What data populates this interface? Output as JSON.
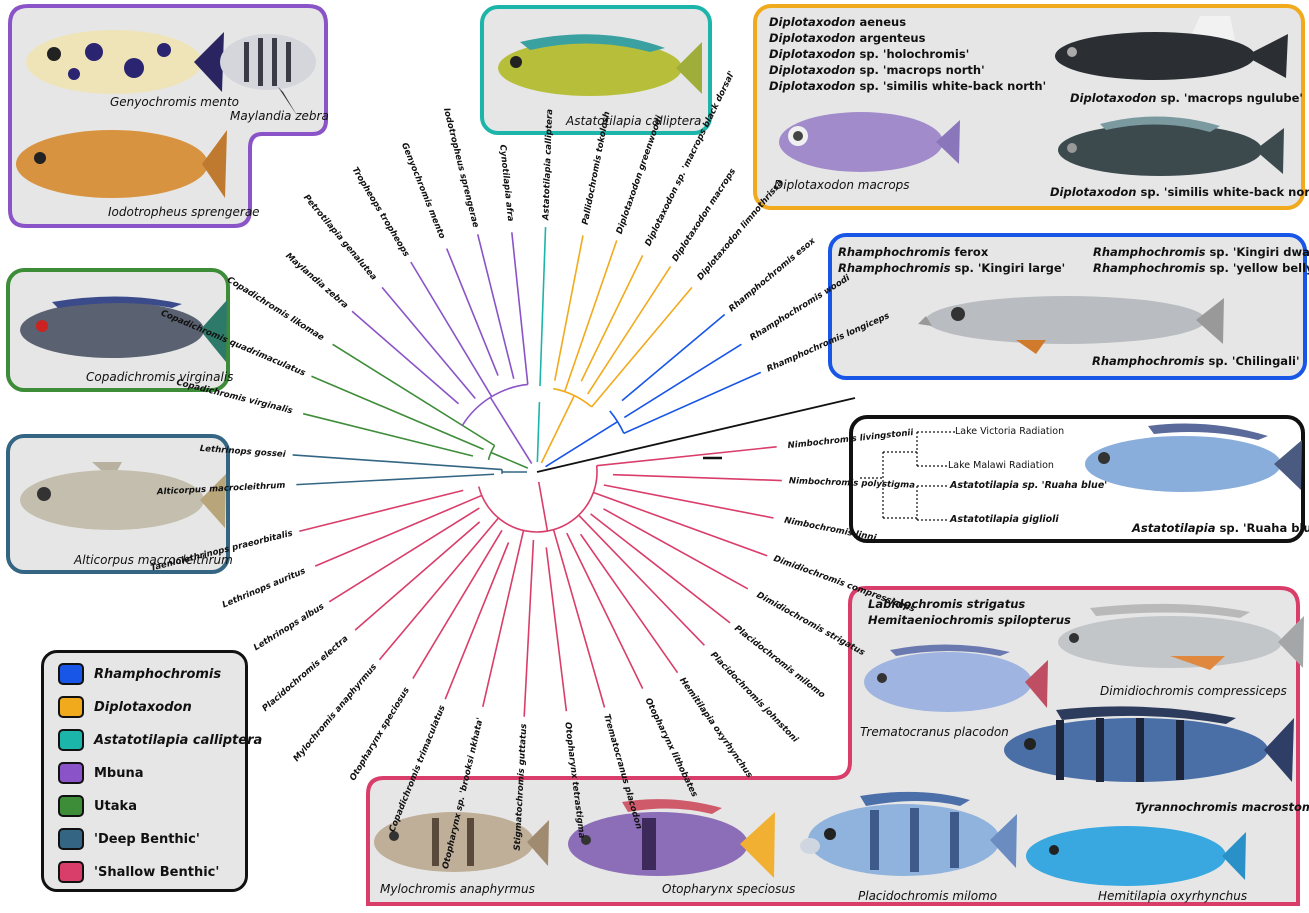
{
  "colors": {
    "rhampho": "#1756e6",
    "diplo": "#f2aa1d",
    "astato": "#1bb5aa",
    "mbuna": "#8a53c7",
    "utaka": "#3d8c38",
    "deep": "#346684",
    "shallow": "#d93d6a",
    "outgroup": "#111111"
  },
  "panels": {
    "mbuna": {
      "captions": [
        "Genyochromis mento",
        "Maylandia zebra",
        "Iodotropheus sprengerae"
      ]
    },
    "astatotilapia": {
      "caption": "Astatotilapia calliptera"
    },
    "diplotaxodon": {
      "species_list": [
        {
          "genus": "Diplotaxodon",
          "rest": "aeneus"
        },
        {
          "genus": "Diplotaxodon",
          "rest": "argenteus"
        },
        {
          "genus": "Diplotaxodon",
          "rest": "sp. 'holochromis'"
        },
        {
          "genus": "Diplotaxodon",
          "rest": "sp. 'macrops north'"
        },
        {
          "genus": "Diplotaxodon",
          "rest": "sp. 'similis white-back north'"
        }
      ],
      "cap_ngulube": {
        "genus": "Diplotaxodon",
        "rest": "sp. 'macrops ngulube'"
      },
      "cap_macrops": "Diplotaxodon macrops",
      "cap_similis": {
        "genus": "Diplotaxodon",
        "rest": "sp. 'similis white-back north'"
      }
    },
    "rhamphochromis": {
      "list_left": [
        {
          "genus": "Rhamphochromis",
          "rest": "ferox"
        },
        {
          "genus": "Rhamphochromis",
          "rest": "sp. 'Kingiri large'"
        }
      ],
      "list_right": [
        {
          "genus": "Rhamphochromis",
          "rest": "sp. 'Kingiri dwarf'"
        },
        {
          "genus": "Rhamphochromis",
          "rest": "sp. 'yellow belly'"
        }
      ],
      "caption": {
        "genus": "Rhamphochromis",
        "rest": "sp. 'Chilingali'"
      }
    },
    "utaka": {
      "caption": "Copadichromis virginalis"
    },
    "deep_benthic": {
      "caption": "Alticorpus macrocleithrum"
    },
    "outgroup": {
      "tree_labels": [
        "Lake Victoria Radiation",
        "Lake Malawi Radiation"
      ],
      "species_labels": [
        "Astatotilapia sp. 'Ruaha blue'",
        "Astatotilapia giglioli"
      ],
      "caption": {
        "genus": "Astatotilapia",
        "rest": "sp. 'Ruaha blue'"
      }
    },
    "shallow_top": {
      "list": [
        "Labidochromis strigatus",
        "Hemitaeniochromis spilopterus"
      ],
      "cap_tremato": "Trematocranus placodon",
      "cap_dimidio": "Dimidiochromis compressiceps",
      "cap_tyranno": "Tyrannochromis  macrostoma"
    },
    "shallow_bottom": {
      "captions": [
        "Mylochromis anaphyrmus",
        "Otopharynx speciosus",
        "Placidochromis milomo",
        "Hemitilapia oxyrhynchus"
      ]
    }
  },
  "legend": [
    {
      "label": "Rhamphochromis",
      "color": "#1756e6",
      "italic": true
    },
    {
      "label": "Diplotaxodon",
      "color": "#f2aa1d",
      "italic": true
    },
    {
      "label": "Astatotilapia calliptera",
      "color": "#1bb5aa",
      "italic": true
    },
    {
      "label": "Mbuna",
      "color": "#8a53c7",
      "italic": false
    },
    {
      "label": "Utaka",
      "color": "#3d8c38",
      "italic": false
    },
    {
      "label": "'Deep Benthic'",
      "color": "#346684",
      "italic": false
    },
    {
      "label": "'Shallow Benthic'",
      "color": "#d93d6a",
      "italic": false
    }
  ],
  "tree_taxa": [
    {
      "name": "Rhamphochromis longiceps",
      "group": "rhampho"
    },
    {
      "name": "Rhamphochromis woodi",
      "group": "rhampho"
    },
    {
      "name": "Rhamphochromis esox",
      "group": "rhampho"
    },
    {
      "name": "Diplotaxodon limnothrissa",
      "group": "diplo"
    },
    {
      "name": "Diplotaxodon macrops",
      "group": "diplo"
    },
    {
      "name": "Diplotaxodon sp. 'macrops black dorsal'",
      "group": "diplo"
    },
    {
      "name": "Diplotaxodon greenwoodi",
      "group": "diplo"
    },
    {
      "name": "Pallidochromis tokolosh",
      "group": "diplo"
    },
    {
      "name": "Astatotilapia calliptera",
      "group": "astato"
    },
    {
      "name": "Cynotilapia afra",
      "group": "mbuna"
    },
    {
      "name": "Iodotropheus sprengerae",
      "group": "mbuna"
    },
    {
      "name": "Genyochromis mento",
      "group": "mbuna"
    },
    {
      "name": "Tropheops tropheops",
      "group": "mbuna"
    },
    {
      "name": "Petrotilapia genalutea",
      "group": "mbuna"
    },
    {
      "name": "Maylandia zebra",
      "group": "mbuna"
    },
    {
      "name": "Copadichromis likomae",
      "group": "utaka"
    },
    {
      "name": "Copadichromis quadrimaculatus",
      "group": "utaka"
    },
    {
      "name": "Copadichromis virginalis",
      "group": "utaka"
    },
    {
      "name": "Lethrinops gossei",
      "group": "deep"
    },
    {
      "name": "Alticorpus macrocleithrum",
      "group": "deep"
    },
    {
      "name": "Taeniolethrinops praeorbitalis",
      "group": "shallow"
    },
    {
      "name": "Lethrinops auritus",
      "group": "shallow"
    },
    {
      "name": "Lethrinops albus",
      "group": "shallow"
    },
    {
      "name": "Placidochromis electra",
      "group": "shallow"
    },
    {
      "name": "Mylochromis anaphyrmus",
      "group": "shallow"
    },
    {
      "name": "Otopharynx speciosus",
      "group": "shallow"
    },
    {
      "name": "Copadichromis trimaculatus",
      "group": "shallow"
    },
    {
      "name": "Otopharynx sp. 'brooksi nkhata'",
      "group": "shallow"
    },
    {
      "name": "Stigmatochromis guttatus",
      "group": "shallow"
    },
    {
      "name": "Otopharynx tetrastigma",
      "group": "shallow"
    },
    {
      "name": "Trematocranus placodon",
      "group": "shallow"
    },
    {
      "name": "Otopharynx lithobates",
      "group": "shallow"
    },
    {
      "name": "Hemitilapia oxyrhynchus",
      "group": "shallow"
    },
    {
      "name": "Placidochromis johnstoni",
      "group": "shallow"
    },
    {
      "name": "Placidochromis milomo",
      "group": "shallow"
    },
    {
      "name": "Dimidiochromis strigatus",
      "group": "shallow"
    },
    {
      "name": "Dimidiochromis compressiceps",
      "group": "shallow"
    },
    {
      "name": "Nimbochromis linni",
      "group": "shallow"
    },
    {
      "name": "Nimbochromis polystigma",
      "group": "shallow"
    },
    {
      "name": "Nimbochromis livingstonii",
      "group": "shallow"
    }
  ]
}
